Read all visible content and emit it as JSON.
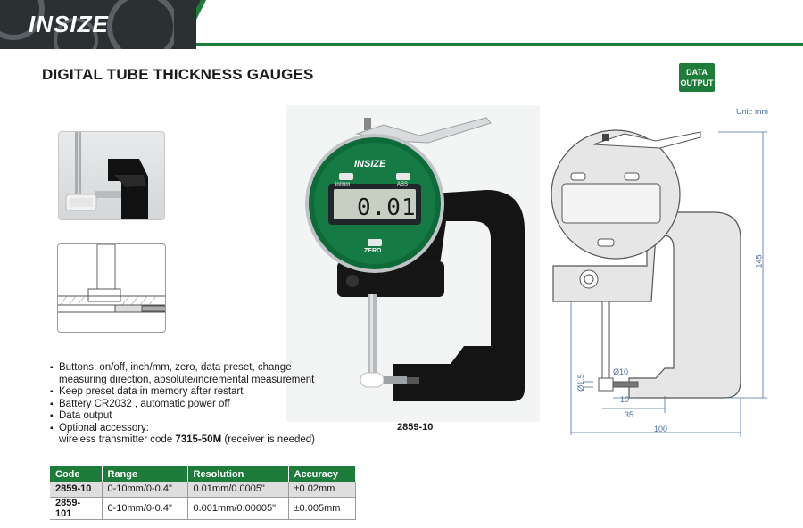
{
  "brand": {
    "logo_text": "INSIZE"
  },
  "page": {
    "title": "DIGITAL TUBE THICKNESS GAUGES"
  },
  "badge": {
    "line1": "DATA",
    "line2": "OUTPUT"
  },
  "photo": {
    "display_reading": "0.01",
    "dial_brand": "INSIZE",
    "button_left": "in/mm",
    "button_right": "ABS",
    "button_zero": "ZERO",
    "caption": "2859-10"
  },
  "drawing": {
    "unit": "Unit: mm",
    "dims": {
      "height": "145",
      "dia_tip": "Ø10",
      "dia_anvil": "Ø1.5",
      "tip_len": "10",
      "reach": "35",
      "depth": "100"
    }
  },
  "features": [
    {
      "text": "Buttons: on/off, inch/mm, zero, data preset, change",
      "bullet": true
    },
    {
      "text": "measuring direction, absolute/incremental measurement",
      "bullet": false
    },
    {
      "text": "Keep preset data in memory after restart",
      "bullet": true
    },
    {
      "text": "Battery CR2032 , automatic power off",
      "bullet": true
    },
    {
      "text": "Data output",
      "bullet": true
    },
    {
      "text": "Optional accessory:",
      "bullet": true
    },
    {
      "text_pre": "wireless transmitter code ",
      "text_bold": "7315-50M",
      "text_post": " (receiver is needed)",
      "bullet": false
    }
  ],
  "table": {
    "headers": [
      "Code",
      "Range",
      "Resolution",
      "Accuracy"
    ],
    "rows": [
      [
        "2859-10",
        "0-10mm/0-0.4\"",
        "0.01mm/0.0005\"",
        "±0.02mm"
      ],
      [
        "2859-101",
        "0-10mm/0-0.4\"",
        "0.001mm/0.00005\"",
        "±0.005mm"
      ]
    ]
  },
  "colors": {
    "brand_green": "#1e7c3a",
    "banner_dark": "#2b3033",
    "dim_blue": "#4a6fa5"
  }
}
